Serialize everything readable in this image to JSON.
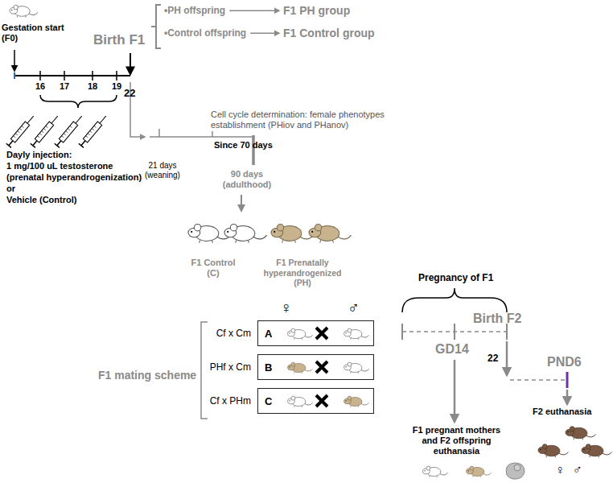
{
  "diagram": {
    "nodes": [
      {
        "text": [
          "A"
        ]
      },
      {
        "text": [
          "B"
        ]
      },
      {
        "text": [
          "C"
        ]
      }
    ],
    "labels": [
      "Gestation start (F0)",
      "16",
      "17",
      "18",
      "19",
      "22",
      "Dayly injection:",
      "1 mg/100 uL testosterone",
      "(prenatal hyperandrogenization)",
      "or",
      "Vehicle (Control)",
      "Birth F1",
      "•PH offspring",
      "F1 PH group",
      "•Control offspring",
      "F1 Control group",
      "Cell cycle determination: female phenotypes establishment (PHiov and PHanov)",
      "Since 70 days",
      "21 days (weaning)",
      "90 days (adulthood)",
      "F1 Control (C)",
      "F1 Prenatally hyperandrogenized (PH)",
      "♀",
      "♂",
      "Cf x Cm",
      "PHf x Cm",
      "Cf x PHm",
      "F1 mating scheme",
      "Pregnancy of F1",
      "GD14",
      "Birth  F2",
      "22",
      "PND6",
      "F2 euthanasia",
      "F1 pregnant mothers and F2 offspring euthanasia",
      "♀",
      "♂"
    ]
  }
}
